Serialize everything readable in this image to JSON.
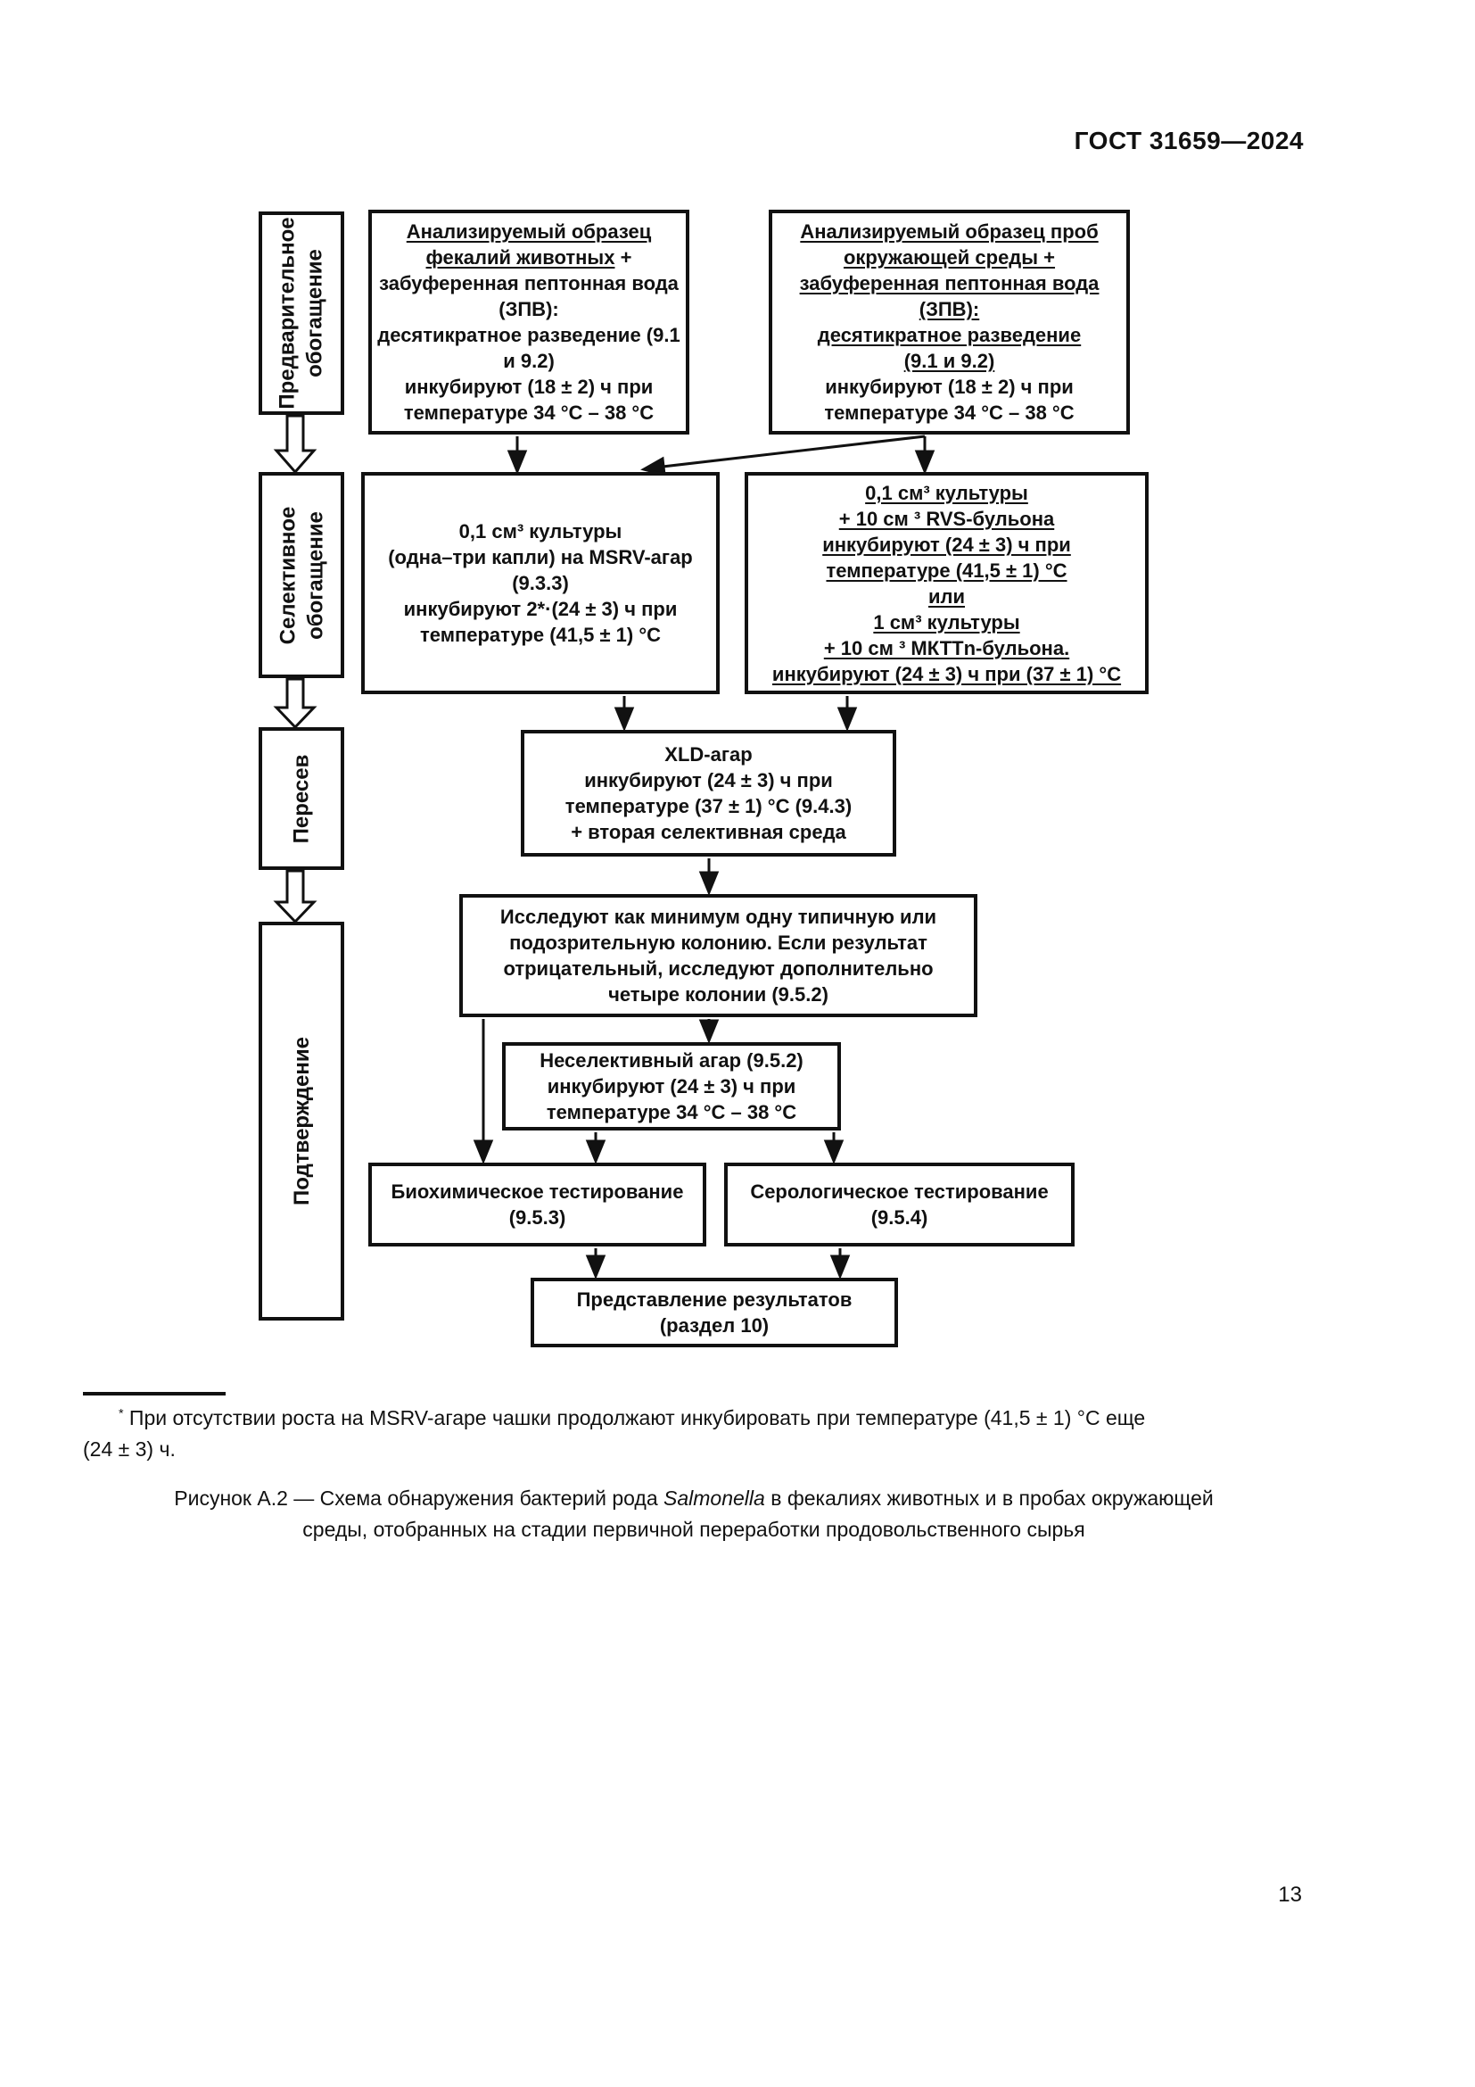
{
  "page": {
    "header": "ГОСТ 31659—2024",
    "page_number": "13"
  },
  "sidebar": {
    "stages": [
      {
        "lines": [
          {
            "t": "Предварительное"
          },
          {
            "t": "обогащение"
          }
        ]
      },
      {
        "lines": [
          {
            "t": "Селективное"
          },
          {
            "t": "обогащение"
          }
        ]
      },
      {
        "lines": [
          {
            "t": "Пересев"
          }
        ]
      },
      {
        "lines": [
          {
            "t": "Подтверждение"
          }
        ]
      }
    ]
  },
  "flowchart": {
    "boxes": {
      "sample_feces": {
        "lines": [
          {
            "t": "Анализируемый образец",
            "u": true
          },
          {
            "parts": [
              {
                "t": "фекалий животных",
                "u": true
              },
              {
                "t": " +"
              }
            ]
          },
          {
            "t": "забуференная пептонная вода"
          },
          {
            "t": "(ЗПВ):"
          },
          {
            "t": "десятикратное разведение (9.1"
          },
          {
            "t": "и 9.2)"
          },
          {
            "t": "инкубируют (18 ± 2) ч при"
          },
          {
            "t": "температуре 34 °С – 38 °С"
          }
        ]
      },
      "sample_environment": {
        "lines": [
          {
            "t": "Анализируемый образец проб",
            "u": true
          },
          {
            "t": "окружающей среды +",
            "u": true
          },
          {
            "t": "забуференная пептонная вода",
            "u": true
          },
          {
            "t": "(ЗПВ):",
            "u": true
          },
          {
            "t": "десятикратное разведение",
            "u": true
          },
          {
            "t": "(9.1 и 9.2)",
            "u": true
          },
          {
            "t": "инкубируют (18 ± 2) ч при"
          },
          {
            "t": "температуре 34 °С – 38 °С"
          }
        ]
      },
      "msrv_agar": {
        "lines": [
          {
            "t": "0,1 см³ культуры"
          },
          {
            "t": "(одна–три капли) на MSRV-агар"
          },
          {
            "t": "(9.3.3)"
          },
          {
            "t": "инкубируют  2*·(24 ± 3) ч при"
          },
          {
            "t": "температуре (41,5 ± 1) °С"
          }
        ]
      },
      "rvs_mkttn": {
        "lines": [
          {
            "t": "0,1 см³ культуры",
            "u": true
          },
          {
            "t": "+ 10 см ³ RVS-бульона",
            "u": true
          },
          {
            "t": "инкубируют (24 ± 3) ч при",
            "u": true
          },
          {
            "t": "температуре (41,5 ± 1) °С",
            "u": true
          },
          {
            "t": "или",
            "u": true
          },
          {
            "t": "1 см³ культуры",
            "u": true
          },
          {
            "t": "+ 10 см ³ МКТТn-бульона.",
            "u": true
          },
          {
            "t": "инкубируют (24 ± 3) ч при (37 ± 1) °С",
            "u": true
          }
        ]
      },
      "xld_agar": {
        "lines": [
          {
            "t": "XLD-агар"
          },
          {
            "t": "инкубируют (24 ± 3) ч при"
          },
          {
            "t": "температуре (37 ± 1) °С (9.4.3)"
          },
          {
            "t": "+ вторая селективная среда"
          }
        ]
      },
      "colonies": {
        "lines": [
          {
            "t": "Исследуют как минимум одну типичную или"
          },
          {
            "t": "подозрительную колонию. Если результат"
          },
          {
            "t": "отрицательный, исследуют дополнительно"
          },
          {
            "t": "четыре колонии (9.5.2)"
          }
        ]
      },
      "nonselective_agar": {
        "lines": [
          {
            "t": "Неселективный агар (9.5.2)"
          },
          {
            "t": "инкубируют  (24 ± 3) ч при"
          },
          {
            "t": "температуре 34 °С – 38 °С"
          }
        ]
      },
      "biochemical": {
        "lines": [
          {
            "t": "Биохимическое тестирование"
          },
          {
            "t": "(9.5.3)"
          }
        ]
      },
      "serological": {
        "lines": [
          {
            "t": "Серологическое тестирование"
          },
          {
            "t": "(9.5.4)"
          }
        ]
      },
      "results": {
        "lines": [
          {
            "t": "Представление результатов"
          },
          {
            "t": "(раздел 10)"
          }
        ]
      }
    }
  },
  "footnote": {
    "line1_parts": [
      {
        "t": "*",
        "sup": true
      },
      {
        "t": " При отсутствии роста на MSRV-агаре чашки продолжают инкубировать при температуре (41,5 ± 1) °С еще"
      }
    ],
    "line2": "(24 ± 3) ч."
  },
  "caption": {
    "line1_parts": [
      {
        "t": "Рисунок А.2 — Схема обнаружения бактерий рода "
      },
      {
        "t": "Salmonella",
        "i": true
      },
      {
        "t": " в фекалиях животных и в пробах окружающей"
      }
    ],
    "line2": "среды, отобранных на стадии первичной переработки продовольственного сырья"
  },
  "colors": {
    "ink": "#111111",
    "paper": "#ffffff"
  }
}
